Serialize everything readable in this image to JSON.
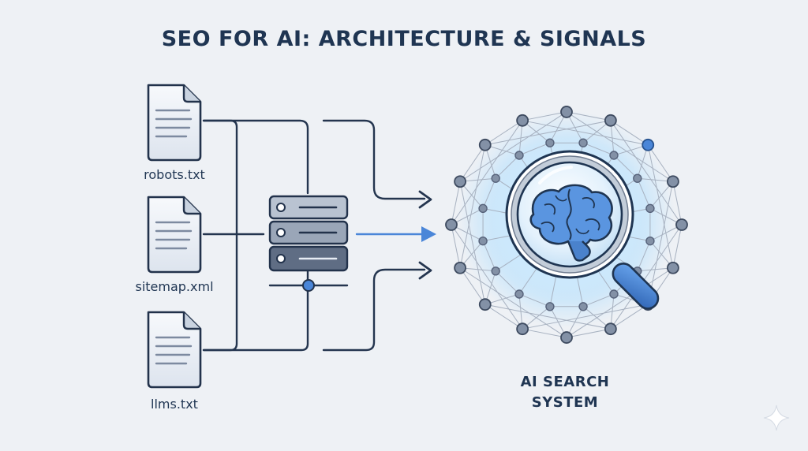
{
  "title": "SEO FOR AI: ARCHITECTURE & SIGNALS",
  "files": [
    {
      "label": "robots.txt",
      "icon": "document-icon"
    },
    {
      "label": "sitemap.xml",
      "icon": "document-icon"
    },
    {
      "label": "llms.txt",
      "icon": "document-icon"
    }
  ],
  "hub_icon": "server-stack-icon",
  "system": {
    "label_line1": "AI SEARCH",
    "label_line2": "SYSTEM",
    "icon": "magnifier-brain-icon"
  },
  "colors": {
    "background": "#eef1f5",
    "ink": "#1f3552",
    "accent": "#4a86d8",
    "glow": "#bfe3ff"
  }
}
